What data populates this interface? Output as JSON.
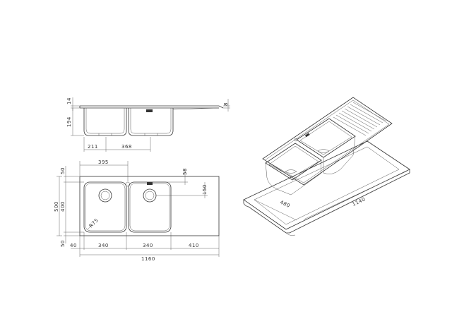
{
  "section_view": {
    "thickness_label": "14",
    "depth_label": "194",
    "lip_label": "8",
    "offset_label": "211",
    "spacing_label": "368"
  },
  "plan_view": {
    "bowl_span_label": "395",
    "tap_offset_label": "58",
    "drain_offset_label": "150",
    "top_margin_label": "50",
    "total_depth_label": "500",
    "bowl_depth_label": "400",
    "bottom_margin_label": "50",
    "left_margin_label": "40",
    "bowl1_width_label": "340",
    "bowl2_width_label": "340",
    "drainer_width_label": "410",
    "total_width_label": "1160",
    "radius_label": "R75"
  },
  "iso_view": {
    "depth_label": "480",
    "width_label": "1140"
  }
}
